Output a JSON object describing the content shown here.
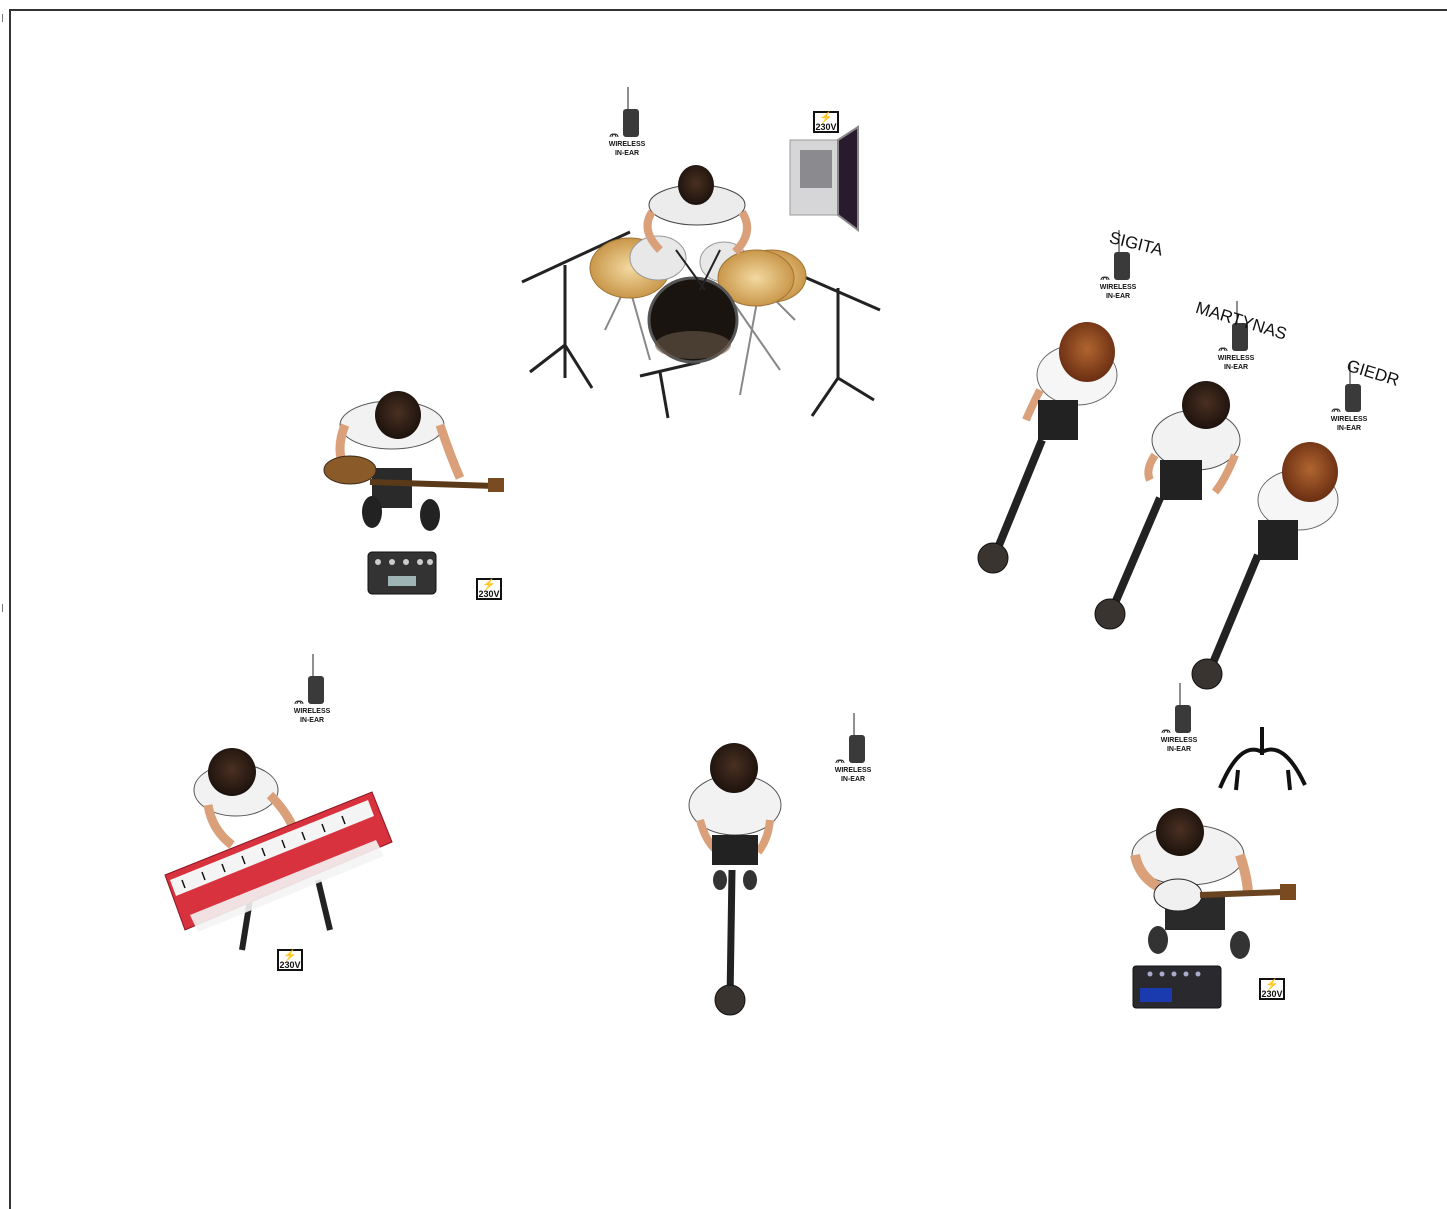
{
  "musicians": {
    "vocalist_1": "SIGITA",
    "vocalist_2": "MARTYNAS",
    "vocalist_3": "GIEDR"
  },
  "wireless_label": {
    "line1": "WIRELESS",
    "line2": "IN-EAR"
  },
  "power_label": "230V",
  "colors": {
    "keyboard_red": "#d8323e",
    "skin": "#d9a07a",
    "hair_dark": "#2a1a12",
    "hair_brown": "#7a3a18"
  }
}
